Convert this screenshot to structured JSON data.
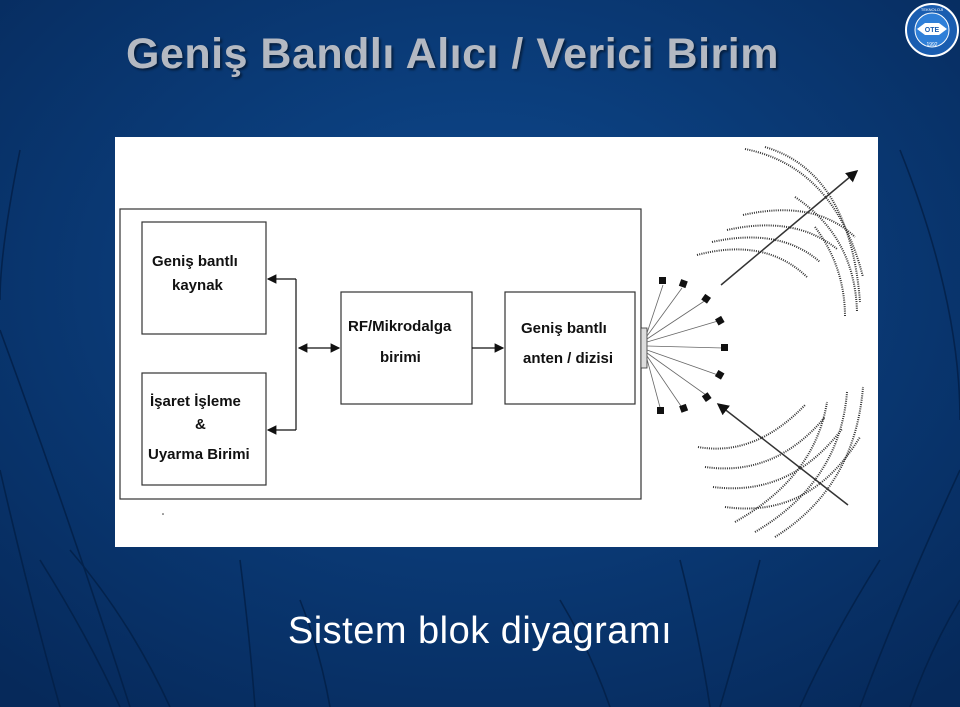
{
  "slide": {
    "title": "Geniş Bandlı Alıcı / Verici Birim",
    "caption": "Sistem blok diyagramı"
  },
  "logo": {
    "top_text": "TEKNOLOJİ",
    "year": "1992"
  },
  "diagram": {
    "source_block": {
      "line1": "Geniş bantlı",
      "line2": "kaynak"
    },
    "dsp_block": {
      "line1": "İşaret İşleme",
      "line2": "&",
      "line3": "Uyarma Birimi"
    },
    "rf_block": {
      "line1": "RF/Mikrodalga",
      "line2": "birimi"
    },
    "antenna_block": {
      "line1": "Geniş bantlı",
      "line2": "anten / dizisi"
    }
  },
  "colors": {
    "background": "#0a3a78",
    "title": "#b4b9c2",
    "caption": "#ffffff",
    "panel": "#ffffff"
  }
}
